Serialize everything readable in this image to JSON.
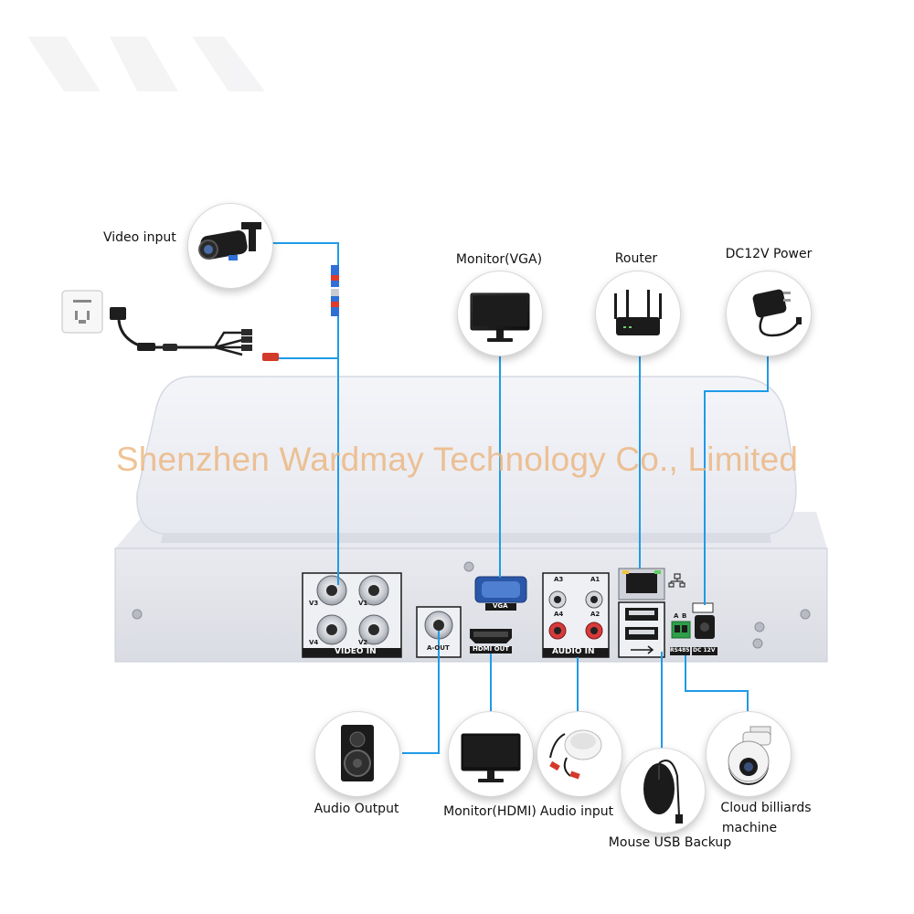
{
  "watermark": "Shenzhen Wardmay Technology Co., Limited",
  "accent_line_color": "#1e9be8",
  "labels": {
    "video_input": "Video input",
    "monitor_vga": "Monitor(VGA)",
    "router": "Router",
    "dc12v_power": "DC12V Power",
    "audio_output": "Audio Output",
    "monitor_hdmi": "Monitor(HDMI)",
    "audio_input": "Audio input",
    "mouse_usb_backup": "Mouse USB Backup",
    "cloud_billiards_line1": "Cloud billiards",
    "cloud_billiards_line2": "machine"
  },
  "ports": {
    "video_in": "VIDEO IN",
    "vga": "VGA",
    "a_out": "A-OUT",
    "hdmi_out": "HDMI OUT",
    "audio_in": "AUDIO IN",
    "rs485": "RS485",
    "dc12v": "DC 12V",
    "v1": "V1",
    "v2": "V2",
    "v3": "V3",
    "v4": "V4",
    "a1": "A1",
    "a2": "A2",
    "a3": "A3",
    "a4": "A4",
    "a": "A",
    "b": "B"
  }
}
